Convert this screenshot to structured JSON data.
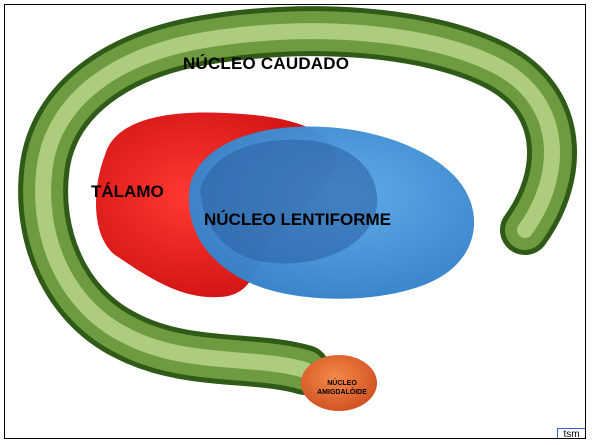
{
  "labels": {
    "caudado": "NÚCLEO CAUDADO",
    "talamo": "TÁLAMO",
    "lentiforme": "NÚCLEO LENTIFORME",
    "amigdaloide_line1": "NÚCLEO",
    "amigdaloide_line2": "AMIGDALÓIDE"
  },
  "footer": {
    "tag": "tsm"
  },
  "colors": {
    "caudado_dark": "#3f6f22",
    "caudado_light": "#c8de9a",
    "talamo": "#e01818",
    "lentiforme": "#3d8fd6",
    "lentiforme_overlap": "#2a5fa0",
    "amigdaloide": "#e86a2e",
    "border": "#000000"
  }
}
